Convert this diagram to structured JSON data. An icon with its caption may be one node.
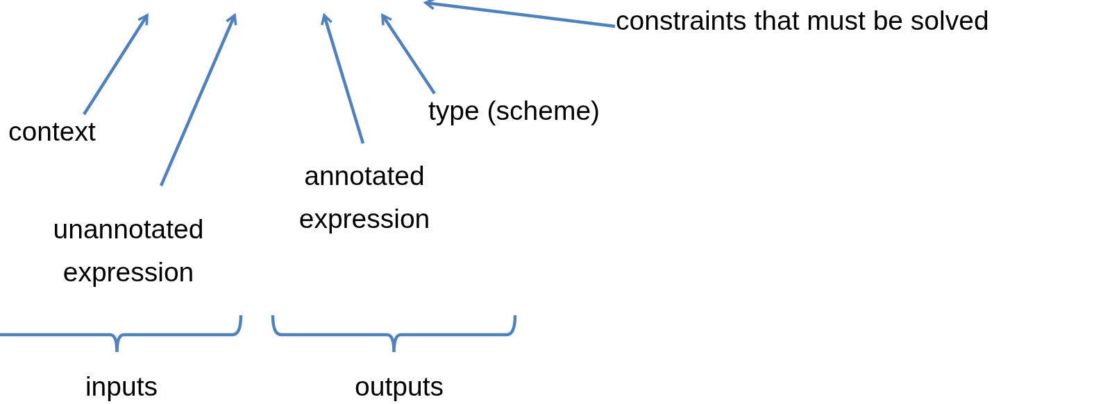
{
  "diagram": {
    "nodes": [
      {
        "text": [
          "context"
        ]
      },
      {
        "text": [
          "unannotated expression"
        ]
      },
      {
        "text": [
          "annotated expression"
        ]
      },
      {
        "text": [
          "type (scheme)"
        ]
      },
      {
        "text": [
          "constraints that must be solved"
        ]
      }
    ],
    "edges": [
      {
        "from": 0,
        "to": null,
        "arrow": "to"
      },
      {
        "from": 1,
        "to": null,
        "arrow": "to"
      },
      {
        "from": 2,
        "to": null,
        "arrow": "to"
      },
      {
        "from": 3,
        "to": null,
        "arrow": "to"
      },
      {
        "from": 4,
        "to": null,
        "arrow": "to"
      }
    ],
    "labels": [
      "inputs",
      "outputs"
    ]
  }
}
